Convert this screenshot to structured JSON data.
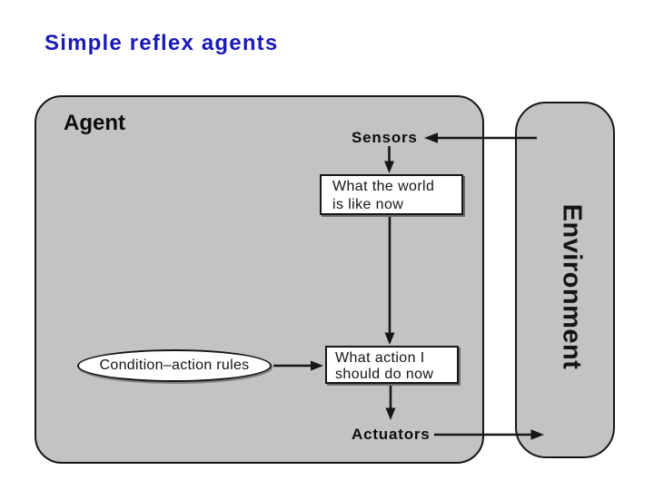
{
  "slide": {
    "title": "Simple reflex agents",
    "title_color": "#1a1ab8"
  },
  "diagram": {
    "agent_label": "Agent",
    "environment_label": "Environment",
    "sensors_label": "Sensors",
    "actuators_label": "Actuators",
    "state_node": {
      "line1": "What the world",
      "line2": "is like now"
    },
    "rules_node": "Condition–action rules",
    "action_node": {
      "line1": "What action I",
      "line2": "should do now"
    },
    "colors": {
      "region_fill": "#c3c3c3",
      "node_fill": "#ffffff",
      "stroke": "#161616"
    }
  }
}
